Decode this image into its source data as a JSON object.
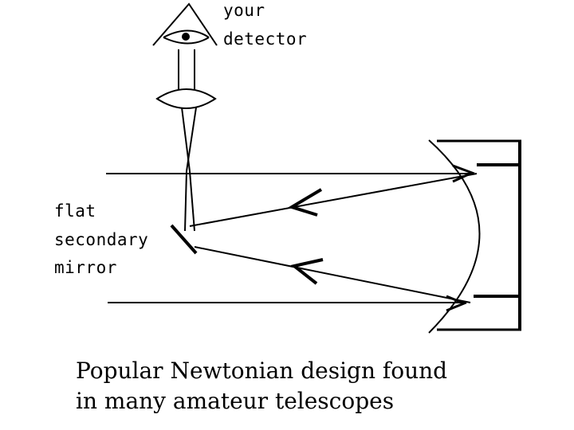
{
  "labels": {
    "detector_line1": "your",
    "detector_line2": "detector",
    "secondary_line1": "flat",
    "secondary_line2": "secondary",
    "secondary_line3": "mirror"
  },
  "caption": {
    "line1": "Popular Newtonian design found",
    "line2": "in many amateur telescopes"
  },
  "colors": {
    "ink": "#000000",
    "background": "#ffffff"
  }
}
